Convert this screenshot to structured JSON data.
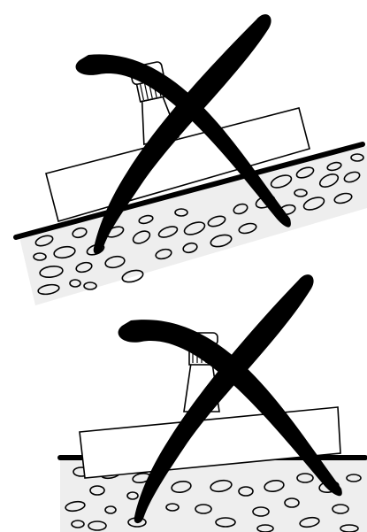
{
  "figure": {
    "panels": [
      {
        "surface": "sloped",
        "status": "incorrect",
        "mark_icon": "cross-mark-icon"
      },
      {
        "surface": "level",
        "status": "incorrect",
        "mark_icon": "cross-mark-icon"
      }
    ],
    "colors": {
      "stroke": "#000000",
      "ground_fill": "#eeeeee",
      "object_fill": "#ffffff",
      "mark": "#000000"
    }
  }
}
